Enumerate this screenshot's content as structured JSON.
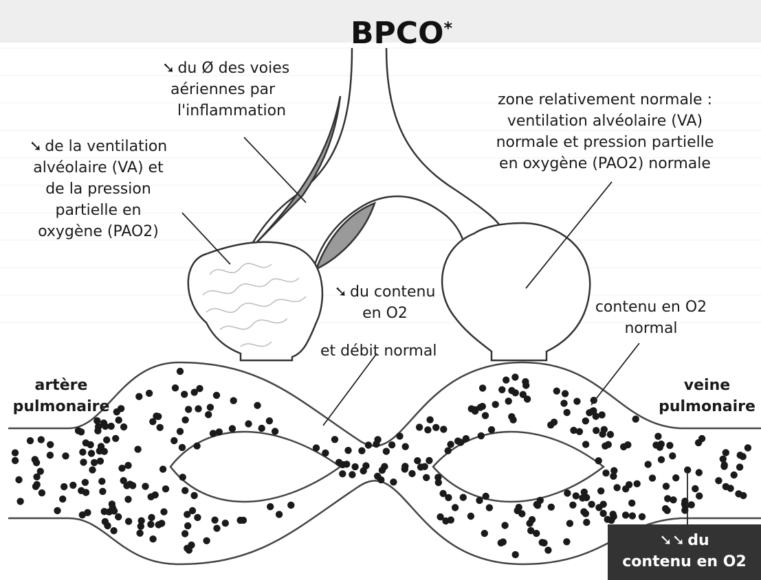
{
  "title": {
    "text": "BPCO",
    "mark": "*"
  },
  "labels": {
    "airway_narrowing": {
      "arrow": "➘",
      "line1": "du Ø des voies",
      "line2": "aériennes par",
      "line3": "l'inflammation"
    },
    "normal_zone": {
      "line1": "zone relativement normale :",
      "line2": "ventilation alvéolaire (VA)",
      "line3": "normale et pression partielle",
      "line4": "en oxygène (PAO2) normale"
    },
    "low_ventilation": {
      "arrow": "➘",
      "line1": "de la ventilation",
      "line2": "alvéolaire (VA) et",
      "line3": "de la pression",
      "line4": "partielle en",
      "line5": "oxygène (PAO2)"
    },
    "low_content": {
      "arrow": "➘",
      "line1": "du contenu",
      "line2": "en O2"
    },
    "normal_flow": "et débit normal",
    "normal_content": {
      "line1": "contenu en O2",
      "line2": "normal"
    },
    "artery": {
      "line1": "artère",
      "line2": "pulmonaire"
    },
    "vein": {
      "line1": "veine",
      "line2": "pulmonaire"
    },
    "strong_low_content": {
      "arrows": "➘➘",
      "line1": "du",
      "line2": "contenu en O2"
    }
  },
  "colors": {
    "ink": "#333333",
    "wall_fill": "#9a9a9a",
    "blood_dot": "#1a1a1a",
    "background": "#ffffff"
  },
  "icons": {
    "decrease_arrow": "diagonal-down-arrow-icon"
  }
}
